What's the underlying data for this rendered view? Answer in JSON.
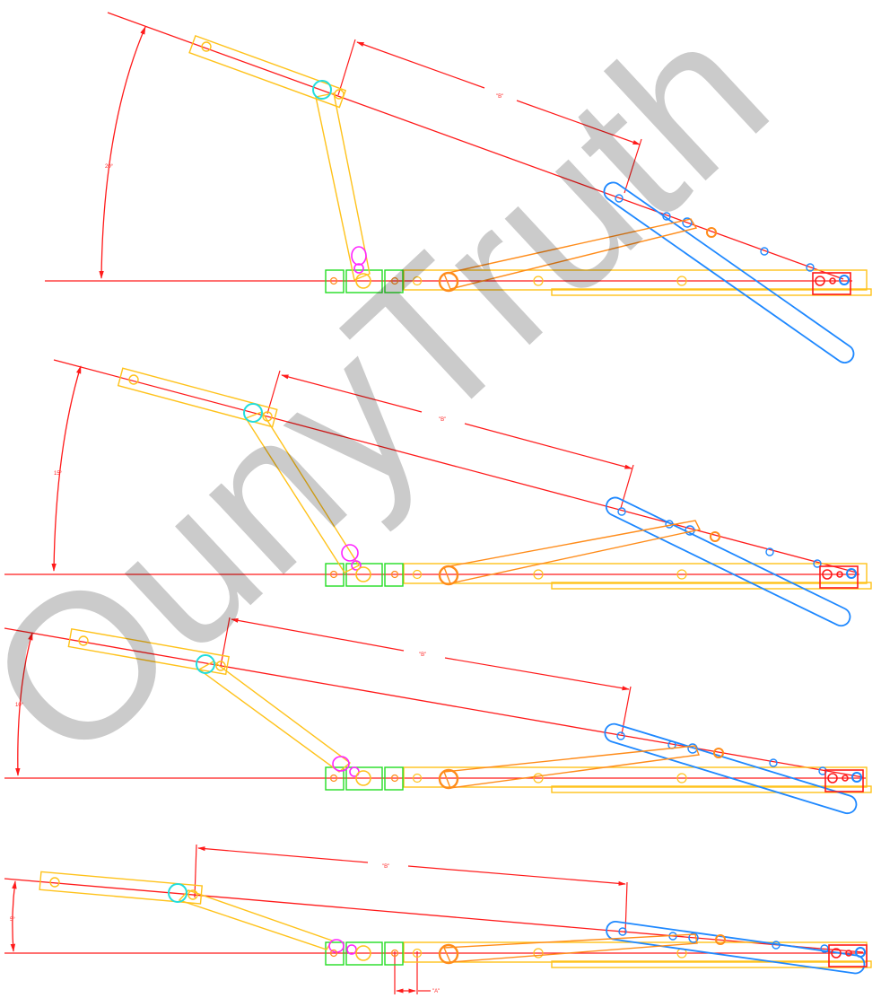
{
  "watermark": "OunyTruth",
  "diagrams": [
    {
      "angle_label": "20°",
      "dim_b_label": "\"B\""
    },
    {
      "angle_label": "15°",
      "dim_b_label": "\"B\""
    },
    {
      "angle_label": "10°",
      "dim_b_label": "\"B\""
    },
    {
      "angle_label": "5°",
      "dim_b_label": "\"B\"",
      "dim_a_label": "\"A\""
    }
  ],
  "colors": {
    "dimension": "#ff1a1a",
    "frame_arm": "#ffc21a",
    "sash_arm": "#1e88ff",
    "link_arm": "#ff8c1a",
    "bracket": "#22dd22",
    "pivot": "#ff22ff",
    "pin": "#22dddd",
    "end_block": "#ff1a1a"
  }
}
